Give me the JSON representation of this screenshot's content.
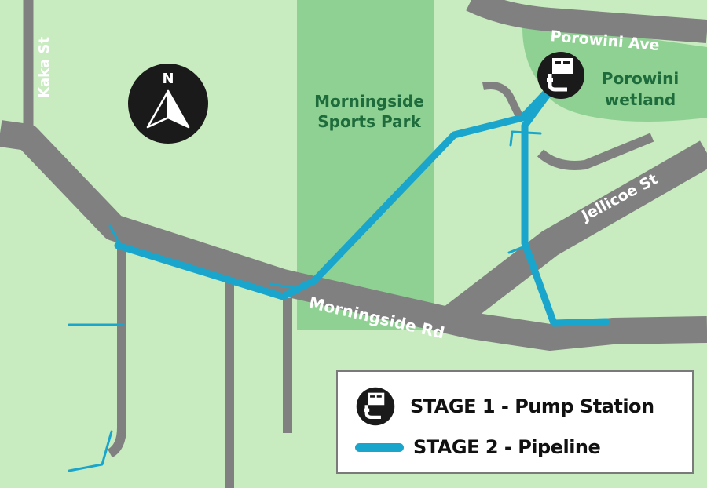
{
  "streets": {
    "kaka": "Kaka St",
    "porowini_ave": "Porowini Ave",
    "jellicoe": "Jellicoe St",
    "morningside_rd": "Morningside Rd"
  },
  "areas": {
    "sports_park_line1": "Morningside",
    "sports_park_line2": "Sports Park",
    "wetland_line1": "Porowini",
    "wetland_line2": "wetland"
  },
  "compass": {
    "label": "N"
  },
  "legend": {
    "stage1": "STAGE 1 - Pump Station",
    "stage2": "STAGE 2 - Pipeline"
  },
  "icons": {
    "pump_station": "pump-station-icon",
    "compass": "north-arrow-icon"
  },
  "colors": {
    "background": "#c8ebc0",
    "park": "#8fd193",
    "road": "#808080",
    "pipeline": "#1aa6cc",
    "label_green": "#1e6b3c"
  }
}
